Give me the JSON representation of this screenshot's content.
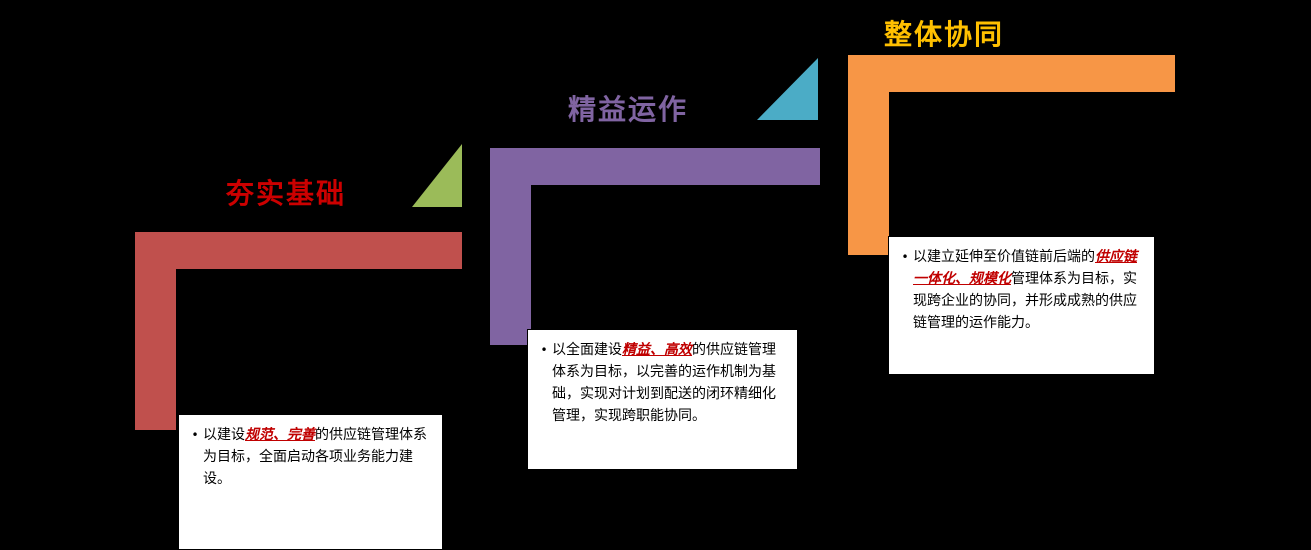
{
  "canvas": {
    "background": "#000000",
    "textbox_background": "#FFFFFF",
    "textbox_border": "#000000"
  },
  "emphasis_color": "#C00000",
  "stages": [
    {
      "title": "夯实基础",
      "title_color": "#CC0000",
      "shape_color": "#C0504D",
      "triangle_color": "#9BBB59",
      "bullet": "•",
      "text": {
        "pre": "以建设",
        "emphasis": "规范、完善",
        "post": "的供应链管理体系为目标，全面启动各项业务能力建设。"
      }
    },
    {
      "title": "精益运作",
      "title_color": "#8064A2",
      "shape_color": "#8064A2",
      "triangle_color": "#4BACC6",
      "bullet": "•",
      "text": {
        "pre": "以全面建设",
        "emphasis": "精益、高效",
        "post": "的供应链管理体系为目标，以完善的运作机制为基础，实现对计划到配送的闭环精细化管理，实现跨职能协同。"
      }
    },
    {
      "title": "整体协同",
      "title_color": "#FFC000",
      "shape_color": "#F79646",
      "bullet": "•",
      "text": {
        "pre": "以建立延伸至价值链前后端的",
        "emphasis": "供应链一体化、规模化",
        "post": "管理体系为目标，实现跨企业的协同，并形成成熟的供应链管理的运作能力。"
      }
    }
  ]
}
